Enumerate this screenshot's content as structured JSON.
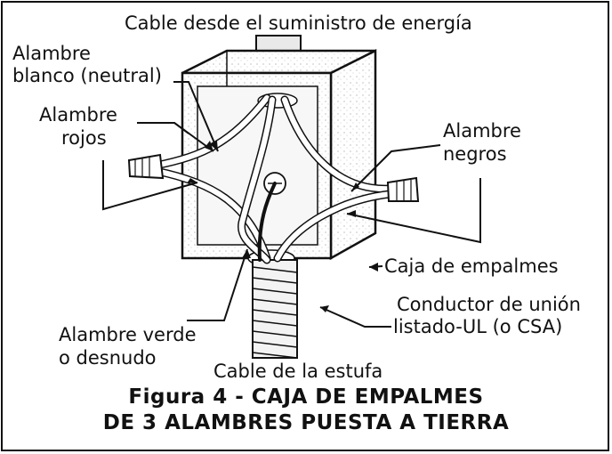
{
  "labels": {
    "supply_cable": "Cable desde el suministro de energía",
    "white_wire_1": "Alambre",
    "white_wire_2": "blanco (neutral)",
    "red_wires_1": "Alambre",
    "red_wires_2": "rojos",
    "black_wires_1": "Alambre",
    "black_wires_2": "negros",
    "junction_box": "Caja de empalmes",
    "bonding_1": "Conductor de unión",
    "bonding_2": "listado-UL (o CSA)",
    "ground_wire_1": "Alambre verde",
    "ground_wire_2": "o desnudo",
    "range_cable": "Cable de la estufa"
  },
  "caption": {
    "line1": "Figura 4 - CAJA DE EMPALMES",
    "line2": "DE 3 ALAMBRES PUESTA A TIERRA"
  }
}
